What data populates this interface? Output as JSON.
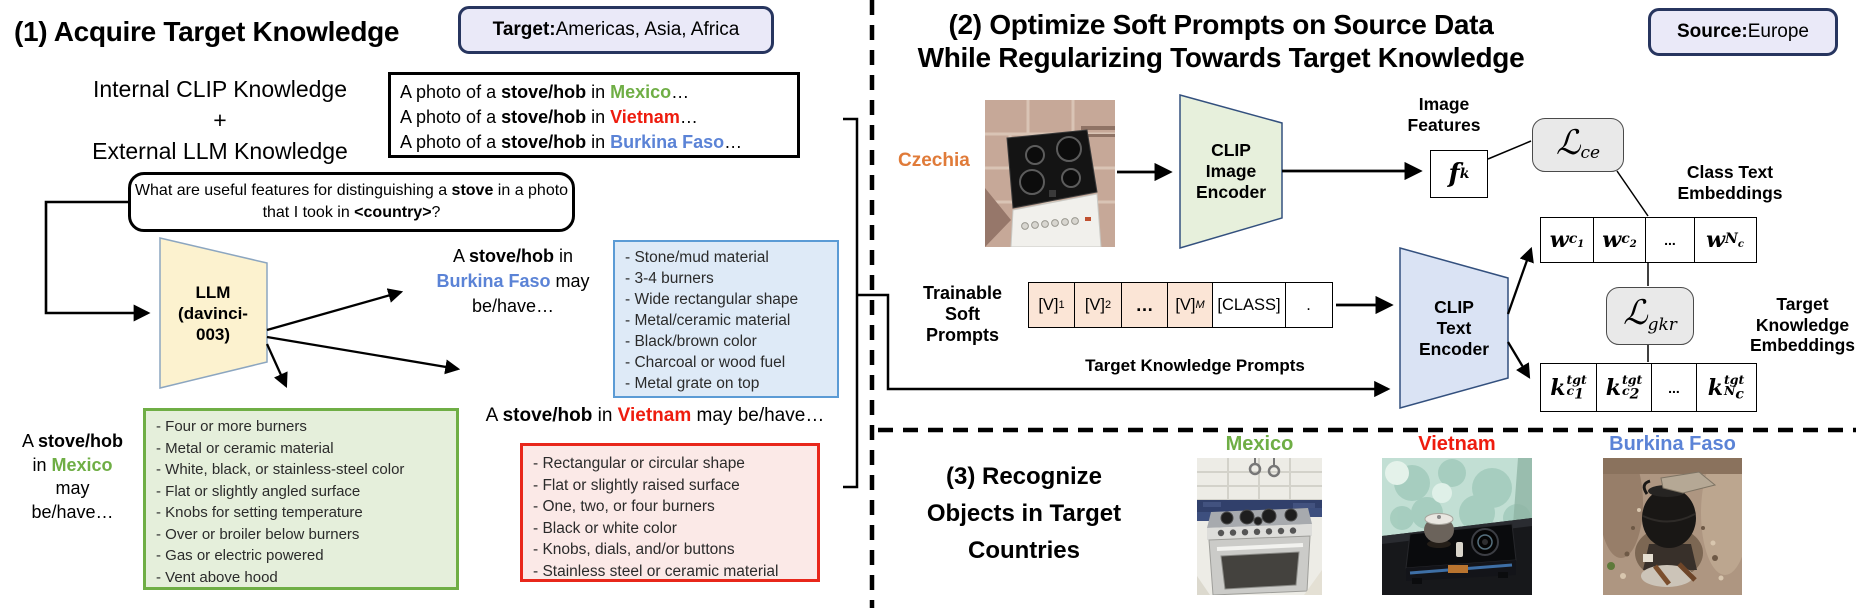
{
  "colors": {
    "mexico_green": "#6FAE45",
    "vietnam_red": "#EE1C0E",
    "burkina_blue": "#5B83D6",
    "czechia_orange": "#E07B39",
    "badge_fill": "#EAE9F8",
    "badge_border": "#27355F",
    "blue_box_border": "#5B9BD5",
    "blue_box_fill": "#DEEAF7",
    "green_box_border": "#6FAE45",
    "green_box_fill": "#E5EFDB",
    "red_box_border": "#E8271B",
    "red_box_fill": "#FBE9E7",
    "llm_fill": "#FCF2CF",
    "image_encoder_fill": "#E7F0DC",
    "text_encoder_fill": "#DAE3F4",
    "soft_prompt_fill": "#FBE5D6",
    "loss_fill": "#E9E9E9"
  },
  "s1": {
    "title": "(1) Acquire Target Knowledge",
    "target_label": "Target:",
    "target_value": " Americas, Asia, Africa",
    "knowledge_sources": "Internal CLIP Knowledge\n+\nExternal LLM Knowledge",
    "prompt_prefix": "A photo of a ",
    "object": "stove/hob",
    "in_mid": " in ",
    "countries": [
      "Mexico",
      "Vietnam",
      "Burkina Faso"
    ],
    "ellipsis": "…",
    "question_l1a": "What are useful features for distinguishing a ",
    "question_l1b": "stove",
    "question_l1c": " in a photo",
    "question_l2a": "that I took in ",
    "question_l2b": "<country>",
    "question_l2c": "?",
    "llm_label": "LLM\n(davinci-\n003)",
    "a": "A ",
    "in_b": "in ",
    "in_c": " in",
    "may": "may",
    "may_sp": " may",
    "behave": "be/have…",
    "may_behave": " may be/have…",
    "blue_items": [
      "- Stone/mud material",
      "- 3-4 burners",
      "- Wide rectangular shape",
      "- Metal/ceramic material",
      "- Black/brown color",
      "- Charcoal or wood fuel",
      "- Metal grate on top"
    ],
    "green_items": [
      "- Four or more burners",
      "- Metal or ceramic material",
      "- White, black, or stainless-steel color",
      "- Flat or slightly angled surface",
      "- Knobs for setting temperature",
      "- Over or broiler below burners",
      "- Gas or electric powered",
      "- Vent above hood"
    ],
    "red_items": [
      "- Rectangular or circular shape",
      "- Flat or slightly raised surface",
      "- One, two, or four burners",
      "- Black or white color",
      "- Knobs, dials, and/or buttons",
      "- Stainless steel or ceramic material"
    ]
  },
  "s2": {
    "title": "(2) Optimize Soft Prompts on Source Data\nWhile Regularizing Towards Target Knowledge",
    "source_label": "Source:",
    "source_value": " Europe",
    "czechia": "Czechia",
    "image_encoder_label": "CLIP\nImage\nEncoder",
    "text_encoder_label": "CLIP\nText\nEncoder",
    "image_features_label": "Image\nFeatures",
    "class_text_embeddings_label": "Class Text\nEmbeddings",
    "target_knowledge_embeddings_label": "Target\nKnowledge\nEmbeddings",
    "trainable_label": "Trainable\nSoft\nPrompts",
    "target_knowledge_prompts_label": "Target Knowledge Prompts",
    "fk": {
      "t": "f",
      "s": "k"
    },
    "loss_ce": {
      "sym": "ℒ",
      "s": "ce"
    },
    "loss_gkr": {
      "sym": "ℒ",
      "s": "gkr"
    },
    "w1": {
      "t": "w",
      "s": "c",
      "ss": "1"
    },
    "w2": {
      "t": "w",
      "s": "c",
      "ss": "2"
    },
    "wdots": "...",
    "wN": {
      "t": "w",
      "s": "N",
      "ss": "c"
    },
    "k1": {
      "t": "k",
      "sup": "tgt",
      "s": "c",
      "ss": "1"
    },
    "k2": {
      "t": "k",
      "sup": "tgt",
      "s": "c",
      "ss": "2"
    },
    "kdots": "...",
    "kN": {
      "t": "k",
      "sup": "tgt",
      "s": "N",
      "ss": "c"
    },
    "v1": {
      "t": "[V]",
      "s": "1"
    },
    "v2": {
      "t": "[V]",
      "s": "2"
    },
    "vdots": "…",
    "vM": {
      "t": "[V]",
      "s": "M"
    },
    "vclass": "[CLASS]",
    "vperiod": "."
  },
  "s3": {
    "title": "(3) Recognize\nObjects in Target\nCountries",
    "labels": [
      "Mexico",
      "Vietnam",
      "Burkina Faso"
    ]
  }
}
